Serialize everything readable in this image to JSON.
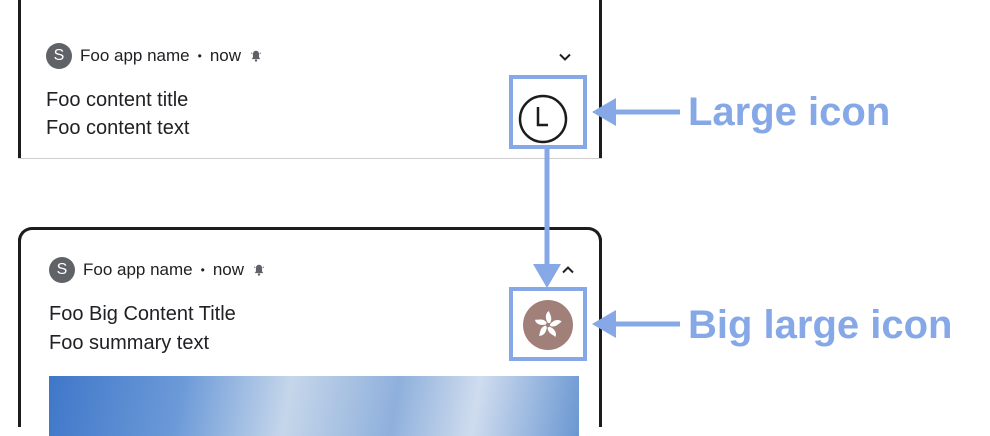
{
  "notification_collapsed": {
    "app_icon_letter": "S",
    "app_name": "Foo app name",
    "separator": "•",
    "time": "now",
    "content_title": "Foo content title",
    "content_text": "Foo content text"
  },
  "notification_expanded": {
    "app_icon_letter": "S",
    "app_name": "Foo app name",
    "separator": "•",
    "time": "now",
    "content_title": "Foo Big Content Title",
    "summary_text": "Foo summary text"
  },
  "annotations": {
    "large_icon_label": "Large icon",
    "big_large_icon_label": "Big large icon"
  },
  "icons": {
    "large_icon": "clock-outline-icon",
    "big_large_icon": "bauhinia-flower-icon",
    "bell": "alerting-bell-icon",
    "expand": "chevron-down-icon",
    "collapse": "chevron-up-icon"
  },
  "colors": {
    "annotation_blue": "#86a8e7",
    "big_icon_background": "#a2807a"
  }
}
